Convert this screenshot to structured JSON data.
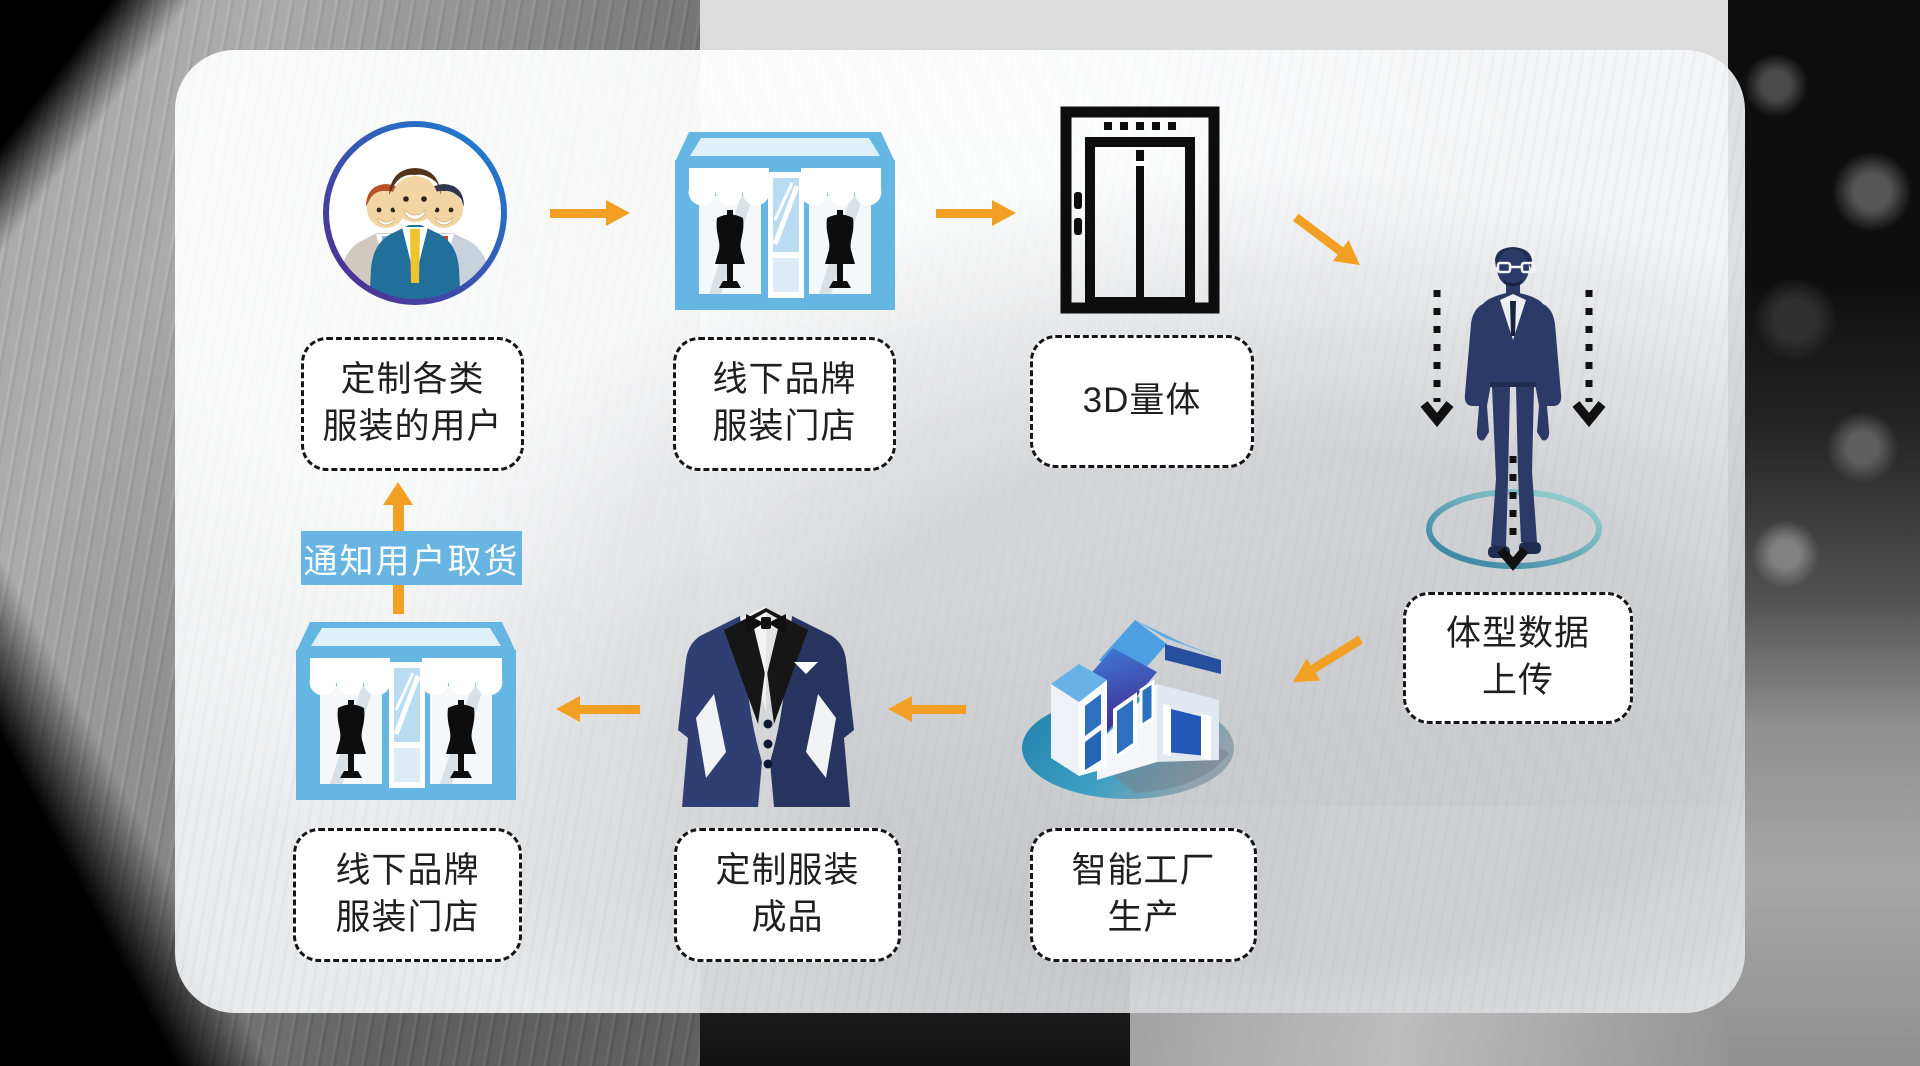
{
  "diagram": {
    "badge": "通知用户取货",
    "nodes": {
      "users": {
        "line1": "定制各类",
        "line2": "服装的用户"
      },
      "store_top": {
        "line1": "线下品牌",
        "line2": "服装门店"
      },
      "scan": {
        "line1": "3D量体"
      },
      "body_data": {
        "line1": "体型数据",
        "line2": "上传"
      },
      "factory": {
        "line1": "智能工厂",
        "line2": "生产"
      },
      "suit": {
        "line1": "定制服装",
        "line2": "成品"
      },
      "store_bottom": {
        "line1": "线下品牌",
        "line2": "服装门店"
      }
    },
    "icons": {
      "customers": "customers-group-icon",
      "store": "clothing-store-icon",
      "scanner": "3d-body-scanner-icon",
      "man": "measured-man-icon",
      "ring": "scan-ring-icon",
      "factory": "smart-factory-icon",
      "suit": "custom-suit-icon"
    },
    "colors": {
      "arrow_orange": "#f2a024",
      "badge_blue": "#68b5e4",
      "store_blue": "#66b6e3",
      "suit_navy": "#2b3a66",
      "ring_teal_dark": "#2f7e9e",
      "ring_teal_light": "#9ed8d4",
      "label_border": "#161616",
      "circle_ring_blue": "#1b84d6",
      "circle_ring_purple": "#53288e"
    }
  }
}
